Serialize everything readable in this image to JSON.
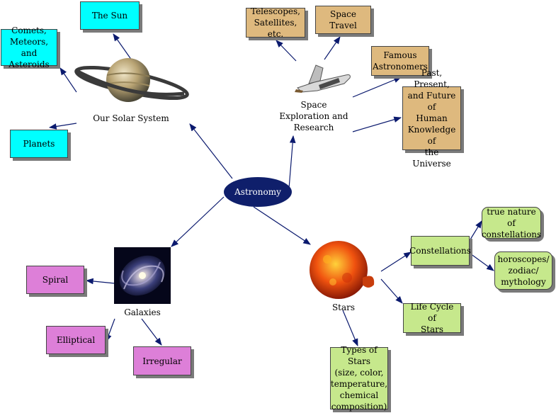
{
  "center": {
    "label": "Astronomy"
  },
  "solar": {
    "label": "Our Solar System",
    "nodes": {
      "sun": "The Sun",
      "comets": "Comets,\nMeteors, and\nAsteroids",
      "planets": "Planets"
    }
  },
  "space": {
    "label": "Space\nExploration and\nResearch",
    "nodes": {
      "telescopes": "Telescopes,\nSatellites, etc.",
      "travel": "Space Travel",
      "astronomers": "Famous\nAstronomers",
      "knowledge": "Past, Present,\nand Future of\nHuman\nKnowledge of\nthe Universe"
    }
  },
  "galaxies": {
    "label": "Galaxies",
    "nodes": {
      "spiral": "Spiral",
      "elliptical": "Elliptical",
      "irregular": "Irregular"
    }
  },
  "stars": {
    "label": "Stars",
    "nodes": {
      "constellations": "Constellations",
      "true_nature": "true nature of\nconstellations",
      "horoscopes": "horoscopes/\nzodiac/\nmythology",
      "lifecycle": "Life Cycle of\nStars",
      "types": "Types of Stars\n(size, color,\ntemperature,\nchemical\ncomposition)"
    }
  },
  "icons": {
    "planet": "ringed-planet-icon",
    "shuttle": "space-shuttle-icon",
    "galaxy": "spiral-galaxy-icon",
    "star": "sun-star-icon"
  },
  "colors": {
    "arrow": "#0b1a6e",
    "cyan": "#00ffff",
    "tan": "#deb97e",
    "green": "#c6e88c",
    "pink": "#dd7fd8",
    "center": "#0f1f6b"
  }
}
